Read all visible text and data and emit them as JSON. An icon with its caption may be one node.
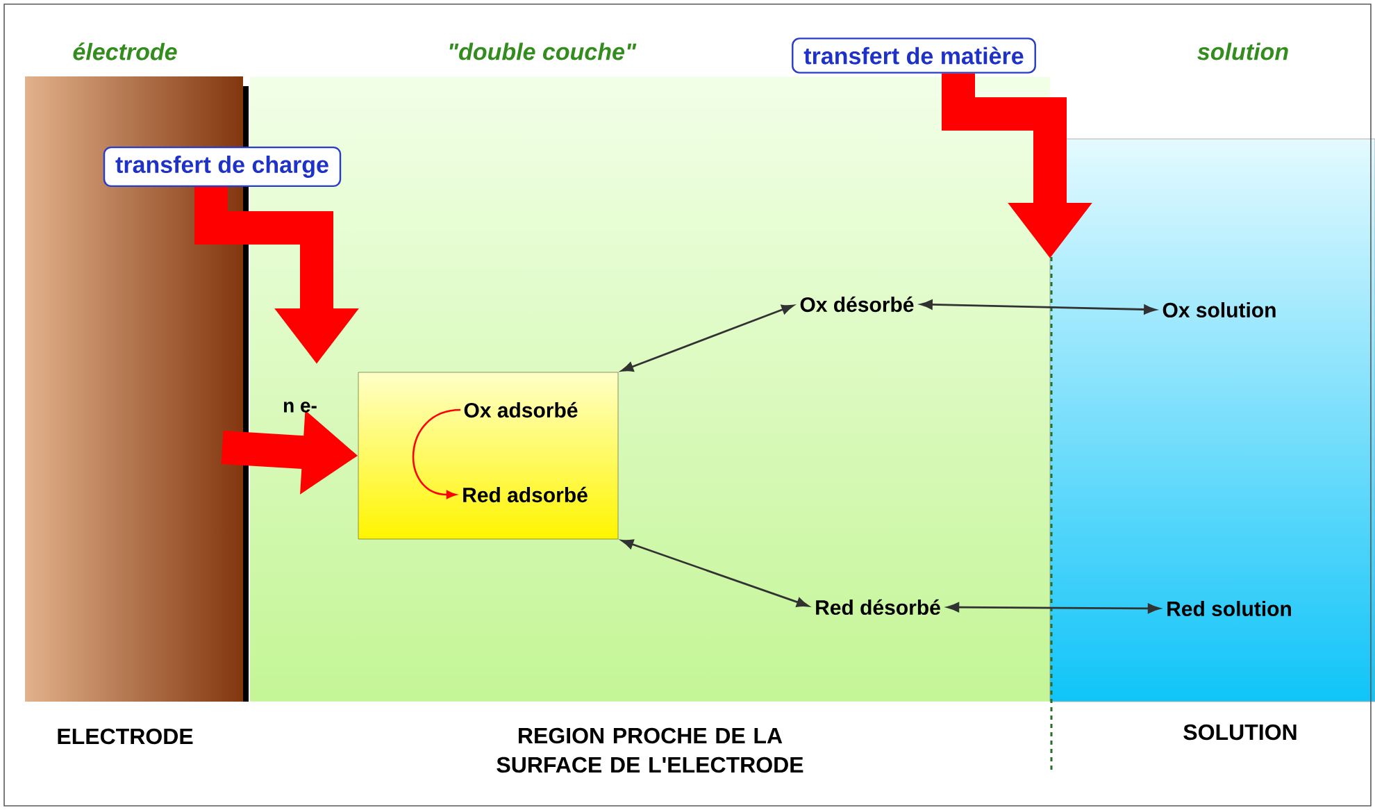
{
  "diagram": {
    "nodes": [
      {
        "text": [],
        "shape": "box"
      },
      {
        "text": [
          "Ox adsorbé"
        ],
        "in": 0
      },
      {
        "text": [
          "Red adsorbé"
        ],
        "in": 0
      },
      {
        "text": [
          "Ox désorbé"
        ]
      },
      {
        "text": [
          "Ox solution"
        ]
      },
      {
        "text": [
          "Red désorbé"
        ]
      },
      {
        "text": [
          "Red solution"
        ]
      },
      {
        "text": [
          "transfert de charge"
        ]
      },
      {
        "text": [
          "transfert de matière"
        ]
      }
    ],
    "edges": [
      {
        "from": 7,
        "to": null,
        "arrow": "to",
        "style": "thick",
        "color": "#ff0000"
      },
      {
        "from": 8,
        "to": null,
        "arrow": "to",
        "style": "thick",
        "color": "#ff0000"
      },
      {
        "from": null,
        "to": 0,
        "arrow": "to",
        "label": "n e-",
        "style": "thick",
        "color": "#ff0000"
      },
      {
        "from": 1,
        "to": 2,
        "arrow": "to",
        "color": "#ff0000"
      },
      {
        "from": 0,
        "to": 3,
        "arrow": "both",
        "color": "#323232"
      },
      {
        "from": 3,
        "to": 4,
        "arrow": "both",
        "color": "#323232"
      },
      {
        "from": 0,
        "to": 5,
        "arrow": "both",
        "color": "#323232"
      },
      {
        "from": 5,
        "to": 6,
        "arrow": "both",
        "color": "#323232"
      }
    ],
    "labels": [
      "électrode",
      "\"double couche\"",
      "solution",
      "ELECTRODE",
      "REGION PROCHE DE LA SURFACE DE L'ELECTRODE",
      "SOLUTION"
    ]
  }
}
